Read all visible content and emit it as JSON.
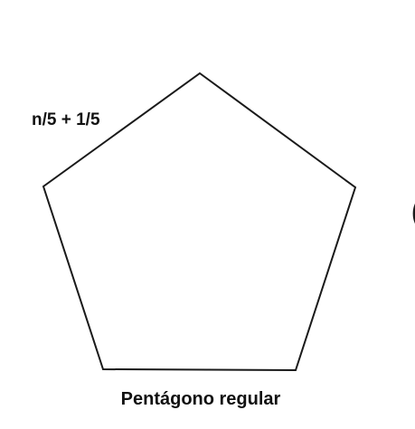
{
  "diagram": {
    "shape": "regular pentagon",
    "side_label": "n/5 + 1/5",
    "caption": "Pentágono regular",
    "stroke_color": "#1a1a1a",
    "text_color": "#111111",
    "background": "#ffffff"
  }
}
